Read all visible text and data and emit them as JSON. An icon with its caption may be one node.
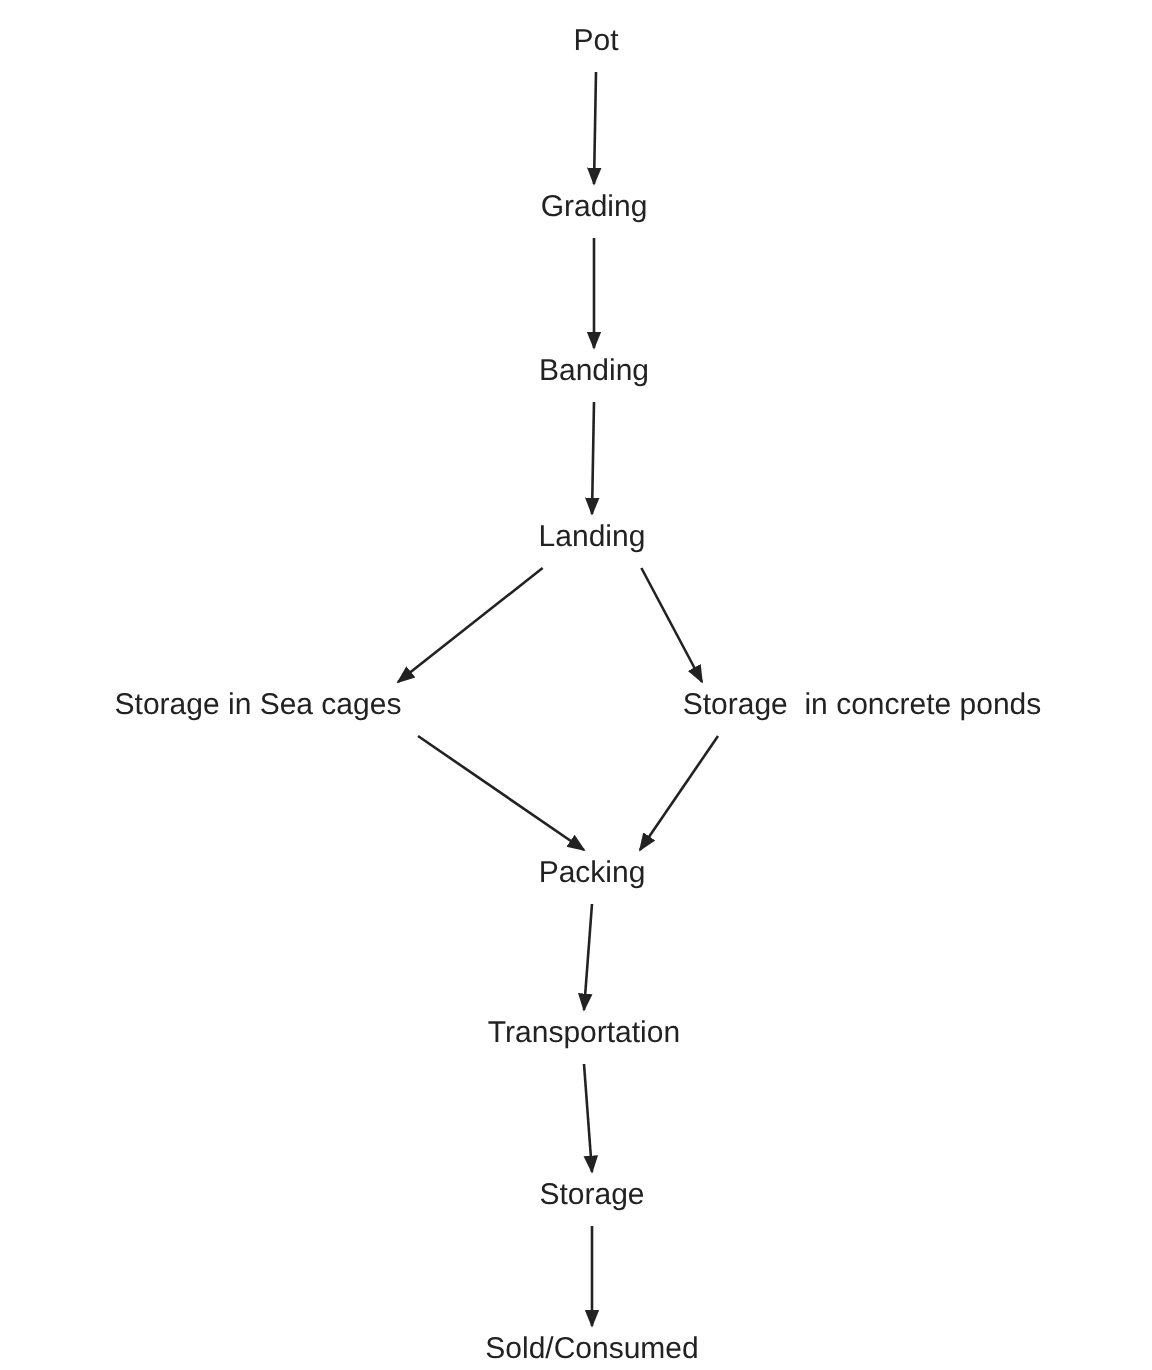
{
  "diagram": {
    "nodes": [
      {
        "text": [
          "Pot"
        ]
      },
      {
        "text": [
          "Grading"
        ]
      },
      {
        "text": [
          "Banding"
        ]
      },
      {
        "text": [
          "Landing"
        ]
      },
      {
        "text": [
          "Storage in Sea cages"
        ]
      },
      {
        "text": [
          "Storage  in concrete ponds"
        ]
      },
      {
        "text": [
          "Packing"
        ]
      },
      {
        "text": [
          "Transportation"
        ]
      },
      {
        "text": [
          "Storage"
        ]
      },
      {
        "text": [
          "Sold/Consumed"
        ]
      }
    ],
    "edges": [
      {
        "from": 0,
        "to": 1,
        "arrow": "to"
      },
      {
        "from": 1,
        "to": 2,
        "arrow": "to"
      },
      {
        "from": 2,
        "to": 3,
        "arrow": "to"
      },
      {
        "from": 3,
        "to": 4,
        "arrow": "to"
      },
      {
        "from": 3,
        "to": 5,
        "arrow": "to"
      },
      {
        "from": 4,
        "to": 6,
        "arrow": "to"
      },
      {
        "from": 5,
        "to": 6,
        "arrow": "to"
      },
      {
        "from": 6,
        "to": 7,
        "arrow": "to"
      },
      {
        "from": 7,
        "to": 8,
        "arrow": "to"
      },
      {
        "from": 8,
        "to": 9,
        "arrow": "to"
      }
    ]
  }
}
